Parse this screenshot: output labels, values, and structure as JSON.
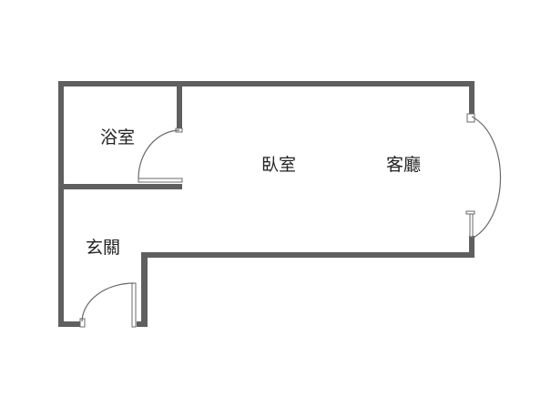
{
  "floor_plan": {
    "rooms": [
      {
        "id": "bathroom",
        "label": "浴室"
      },
      {
        "id": "bedroom",
        "label": "臥室"
      },
      {
        "id": "living-room",
        "label": "客廳"
      },
      {
        "id": "entrance",
        "label": "玄關"
      }
    ],
    "colors": {
      "wall": "#5f5f5f",
      "line": "#6a6a6a",
      "text": "#222222",
      "background": "#ffffff"
    }
  }
}
